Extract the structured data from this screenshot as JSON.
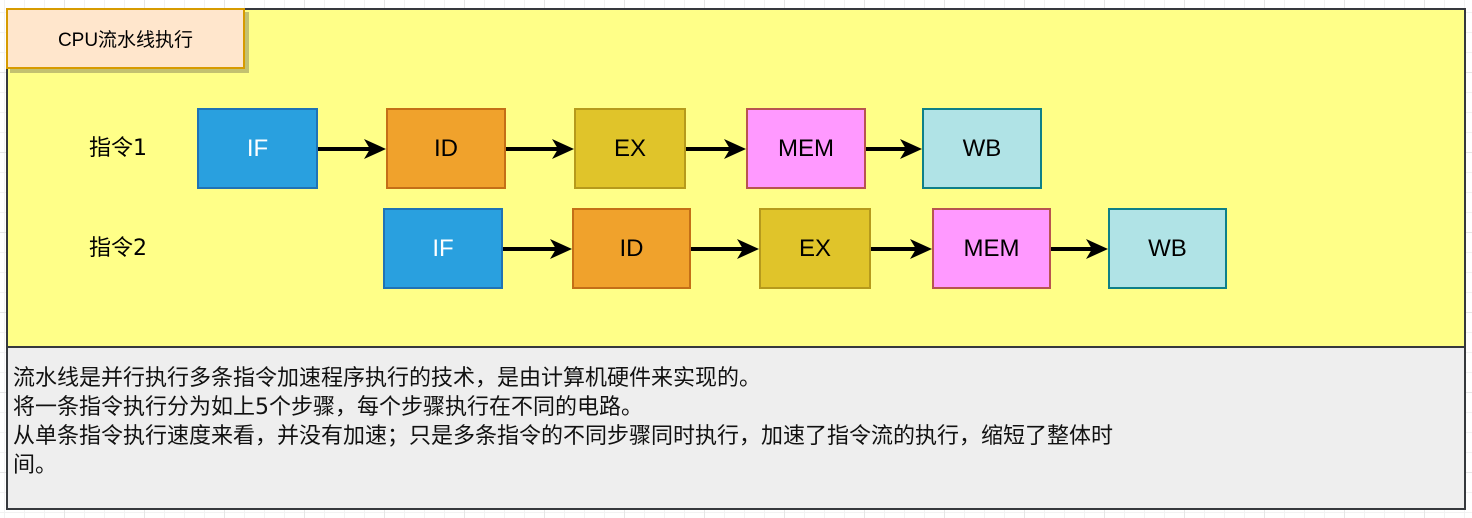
{
  "title": "CPU流水线执行",
  "colors": {
    "container_bg": "#ffff88",
    "title_bg": "#ffe6cc",
    "title_border": "#d79b00",
    "desc_bg": "#eeeeee",
    "if": "#29a0df",
    "id": "#f0a22c",
    "ex": "#e0c42a",
    "mem": "#ff99ff",
    "wb": "#b0e3e6"
  },
  "instructions": [
    {
      "label": "指令1",
      "stages": [
        "IF",
        "ID",
        "EX",
        "MEM",
        "WB"
      ]
    },
    {
      "label": "指令2",
      "stages": [
        "IF",
        "ID",
        "EX",
        "MEM",
        "WB"
      ]
    }
  ],
  "description": [
    "流水线是并行执行多条指令加速程序执行的技术，是由计算机硬件来实现的。",
    "将一条指令执行分为如上5个步骤，每个步骤执行在不同的电路。",
    "从单条指令执行速度来看，并没有加速；只是多条指令的不同步骤同时执行，加速了指令流的执行，缩短了整体时",
    "间。"
  ]
}
